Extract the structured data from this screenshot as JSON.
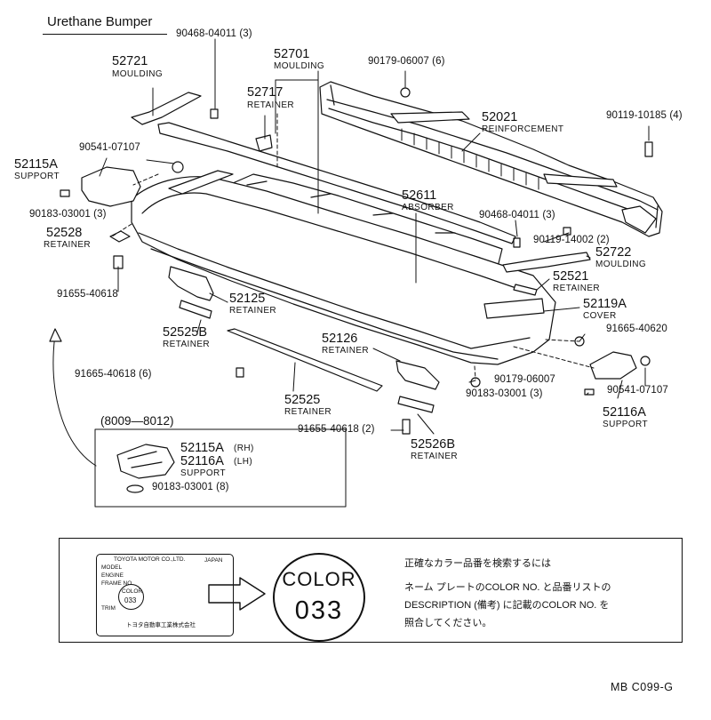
{
  "title": "Urethane Bumper",
  "parts": [
    {
      "num": "90468-04011 (3)"
    },
    {
      "num": "52701",
      "name": "MOULDING"
    },
    {
      "num": "52721",
      "name": "MOULDING"
    },
    {
      "num": "90179-06007 (6)"
    },
    {
      "num": "52717",
      "name": "RETAINER"
    },
    {
      "num": "52021",
      "name": "REINFORCEMENT"
    },
    {
      "num": "90119-10185 (4)"
    },
    {
      "num": "90541-07107"
    },
    {
      "num": "52115A",
      "name": "SUPPORT"
    },
    {
      "num": "90183-03001 (3)"
    },
    {
      "num": "52611",
      "name": "ABSORBER"
    },
    {
      "num": "90468-04011 (3)"
    },
    {
      "num": "90119-14002 (2)"
    },
    {
      "num": "52528",
      "name": "RETAINER"
    },
    {
      "num": "52722",
      "name": "MOULDING"
    },
    {
      "num": "91655-40618"
    },
    {
      "num": "52521",
      "name": "RETAINER"
    },
    {
      "num": "52125",
      "name": "RETAINER"
    },
    {
      "num": "52119A",
      "name": "COVER"
    },
    {
      "num": "52525B",
      "name": "RETAINER"
    },
    {
      "num": "52126",
      "name": "RETAINER"
    },
    {
      "num": "91665-40620"
    },
    {
      "num": "91665-40618 (6)"
    },
    {
      "num": "90179-06007"
    },
    {
      "num": "90183-03001 (3)"
    },
    {
      "num": "90541-07107"
    },
    {
      "num": "52525",
      "name": "RETAINER"
    },
    {
      "num": "52116A",
      "name": "SUPPORT"
    },
    {
      "num": "91655-40618 (2)"
    },
    {
      "num": "52526B",
      "name": "RETAINER"
    }
  ],
  "inset": {
    "title": "(8009—8012)",
    "line1": "52115A",
    "line1_suffix": "(RH)",
    "line2": "52116A",
    "line2_suffix": "(LH)",
    "name": "SUPPORT",
    "bolt": "90183-03001 (8)"
  },
  "infobox": {
    "plate_maker": "TOYOTA MOTOR CO.,LTD.",
    "plate_country": "JAPAN",
    "plate_model": "MODEL",
    "plate_engine": "ENGINE",
    "plate_frame": "FRAME NO.",
    "plate_color_word": "COLOR",
    "plate_color_num": "033",
    "plate_trim": "TRIM",
    "plate_maker_jp": "トヨタ自動車工業株式会社",
    "color_word": "COLOR",
    "color_num": "033",
    "text_lines": [
      "正確なカラー品番を検索するには",
      "ネーム プレートのCOLOR NO. と品番リストの",
      "DESCRIPTION (備考) に記載のCOLOR NO. を",
      "照合してください。"
    ]
  },
  "footer": "MB  C099-G"
}
